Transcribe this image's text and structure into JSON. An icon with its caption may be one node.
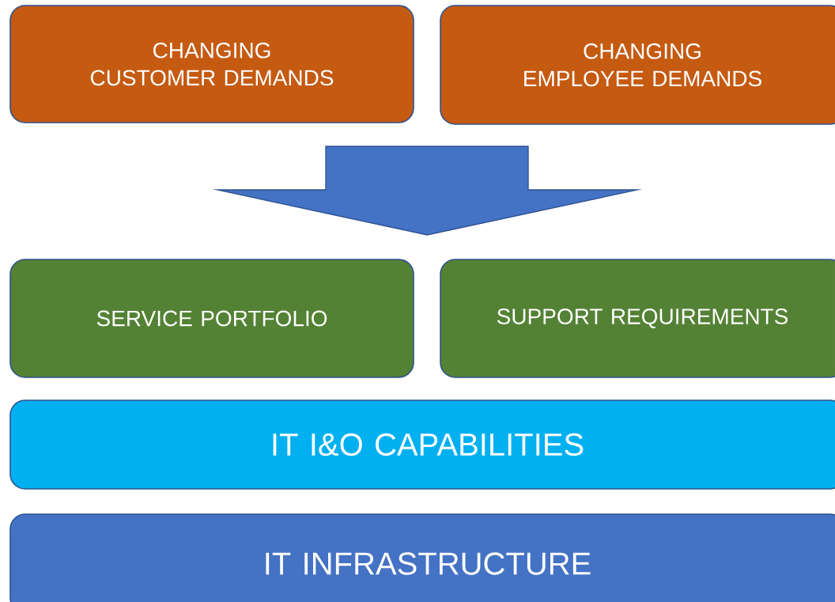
{
  "diagram": {
    "nodes": [
      {
        "text": [
          "CHANGING CUSTOMER DEMANDS"
        ]
      },
      {
        "text": [
          "CHANGING EMPLOYEE DEMANDS"
        ]
      },
      {
        "text": [
          "SERVICE PORTFOLIO"
        ]
      },
      {
        "text": [
          "SUPPORT REQUIREMENTS"
        ]
      },
      {
        "text": [
          "IT I&O CAPABILITIES"
        ]
      },
      {
        "text": [
          "IT INFRASTRUCTURE"
        ]
      }
    ],
    "edges": [
      {
        "from": 0,
        "to": 2,
        "arrow": "to"
      },
      {
        "from": 0,
        "to": 3,
        "arrow": "to"
      },
      {
        "from": 1,
        "to": 2,
        "arrow": "to"
      },
      {
        "from": 1,
        "to": 3,
        "arrow": "to"
      }
    ]
  }
}
